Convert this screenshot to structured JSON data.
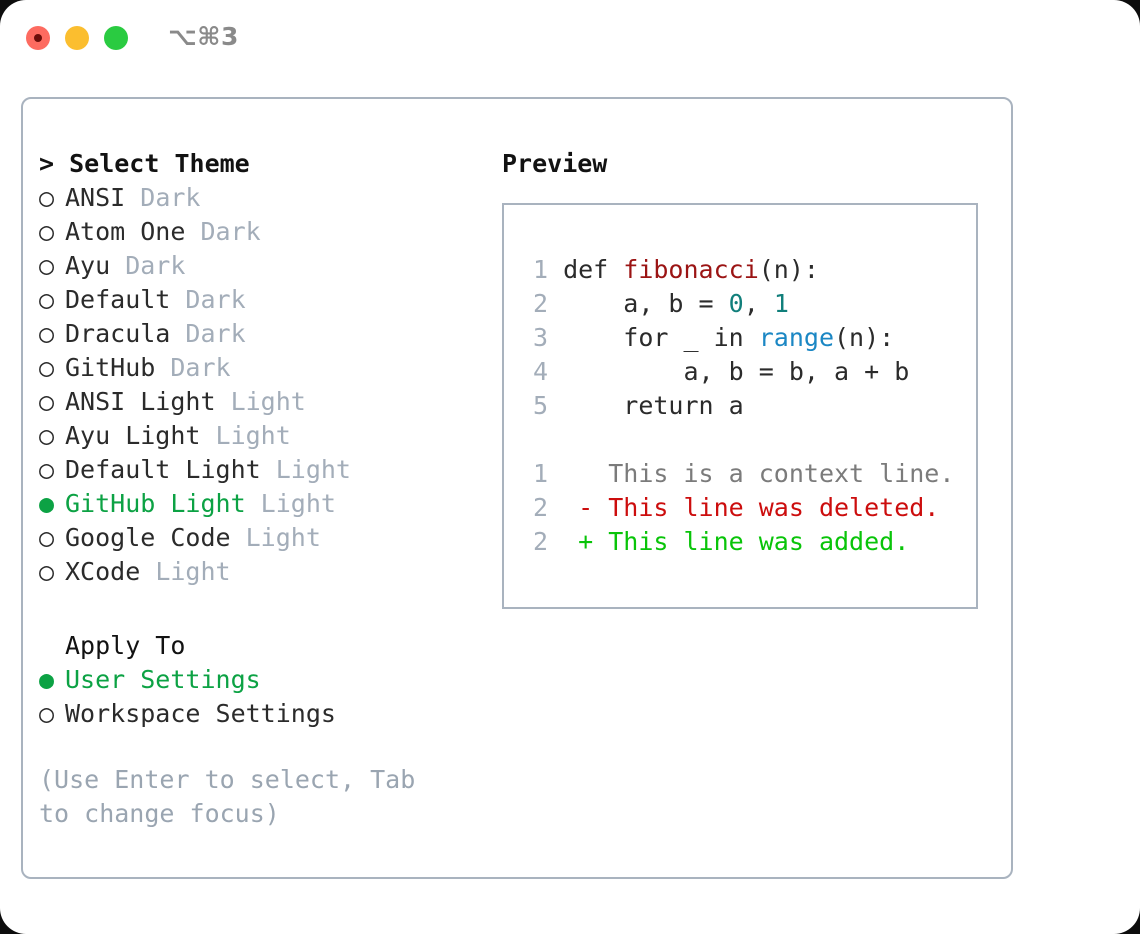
{
  "titlebar": {
    "shortcut": "⌥⌘3",
    "buttons": [
      {
        "name": "close",
        "color": "#fd6b60"
      },
      {
        "name": "minimize",
        "color": "#fbbe2f"
      },
      {
        "name": "maximize",
        "color": "#2acb41"
      }
    ]
  },
  "theme_panel": {
    "heading": "> Select Theme",
    "marker_unselected": "○",
    "marker_selected": "●",
    "items": [
      {
        "name": "ANSI",
        "variant": "Dark",
        "selected": false
      },
      {
        "name": "Atom One",
        "variant": "Dark",
        "selected": false
      },
      {
        "name": "Ayu",
        "variant": "Dark",
        "selected": false
      },
      {
        "name": "Default",
        "variant": "Dark",
        "selected": false
      },
      {
        "name": "Dracula",
        "variant": "Dark",
        "selected": false
      },
      {
        "name": "GitHub",
        "variant": "Dark",
        "selected": false
      },
      {
        "name": "ANSI Light",
        "variant": "Light",
        "selected": false
      },
      {
        "name": "Ayu Light",
        "variant": "Light",
        "selected": false
      },
      {
        "name": "Default Light",
        "variant": "Light",
        "selected": false
      },
      {
        "name": "GitHub Light",
        "variant": "Light",
        "selected": true
      },
      {
        "name": "Google Code",
        "variant": "Light",
        "selected": false
      },
      {
        "name": "XCode",
        "variant": "Light",
        "selected": false
      }
    ]
  },
  "apply_to": {
    "title": "Apply To",
    "options": [
      {
        "label": "User Settings",
        "selected": true
      },
      {
        "label": "Workspace Settings",
        "selected": false
      }
    ]
  },
  "hint": "(Use Enter to select, Tab to change focus)",
  "preview": {
    "title": "Preview",
    "code_lines": [
      {
        "num": "1",
        "tokens": [
          {
            "t": "def ",
            "c": "plain"
          },
          {
            "t": "fibonacci",
            "c": "func"
          },
          {
            "t": "(n):",
            "c": "plain"
          }
        ]
      },
      {
        "num": "2",
        "tokens": [
          {
            "t": "    a, b = ",
            "c": "plain"
          },
          {
            "t": "0",
            "c": "num"
          },
          {
            "t": ", ",
            "c": "plain"
          },
          {
            "t": "1",
            "c": "num"
          }
        ]
      },
      {
        "num": "3",
        "tokens": [
          {
            "t": "    for _ in ",
            "c": "plain"
          },
          {
            "t": "range",
            "c": "blt"
          },
          {
            "t": "(n):",
            "c": "plain"
          }
        ]
      },
      {
        "num": "4",
        "tokens": [
          {
            "t": "        a, b = b, a + b",
            "c": "plain"
          }
        ]
      },
      {
        "num": "5",
        "tokens": [
          {
            "t": "    return a",
            "c": "plain"
          }
        ]
      }
    ],
    "diff_lines": [
      {
        "num": "1",
        "marker": " ",
        "text": " This is a context line.",
        "kind": "ctx"
      },
      {
        "num": "2",
        "marker": "-",
        "text": " This line was deleted.",
        "kind": "del"
      },
      {
        "num": "2",
        "marker": "+",
        "text": " This line was added.",
        "kind": "add"
      }
    ]
  },
  "colors": {
    "selected_green": "#0ca244",
    "muted": "#a3adb9",
    "hint": "#9aa5b1",
    "border": "#a9b3bf",
    "func": "#9b1414",
    "number": "#117f7b",
    "builtin": "#1b87c4",
    "diff_add": "#09c409",
    "diff_del": "#cc0d0d",
    "diff_ctx": "#7b7b7b"
  }
}
